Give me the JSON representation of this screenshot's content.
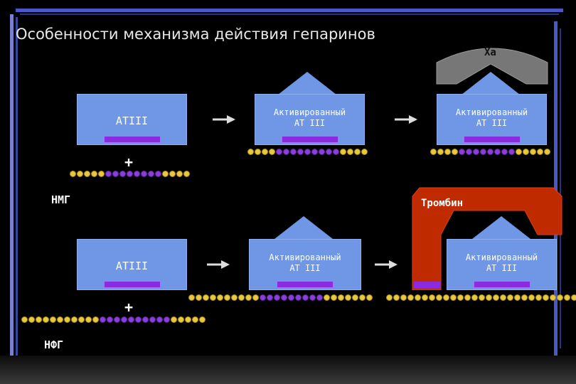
{
  "title": "Особенности механизма действия гепаринов",
  "atiii_label": "ATIII",
  "activated_label": "Активированный\nАТ III",
  "plus": "+",
  "lmwh_label": "НМГ",
  "ufh_label": "НФГ",
  "xa_label": "Xa",
  "thrombin_label": "Тромбин",
  "colors": {
    "box": "#6f97e6",
    "bar": "#8a2be2",
    "bead_yellow": "#e8c840",
    "bead_purple": "#8a3fd8",
    "xa": "#777777",
    "thrombin": "#c02a00",
    "frame": "#4a57c8"
  },
  "chains": {
    "row1_input": "yyyyyppppppppyyyy",
    "row1_activated": "yyyypppppppppyyyy",
    "row1_final": "yyyyppppppppyyyyy",
    "row2_input": "yyyyyyyyyyyppppppppppyyyyy",
    "row2_activated": "yyyyyyyyyypppppppppyyyyyyy",
    "row2_final": "yyyyyyyyyyyyyyyyyyyyyyyyyyyy"
  },
  "icons": [
    "arrow-right-icon"
  ]
}
